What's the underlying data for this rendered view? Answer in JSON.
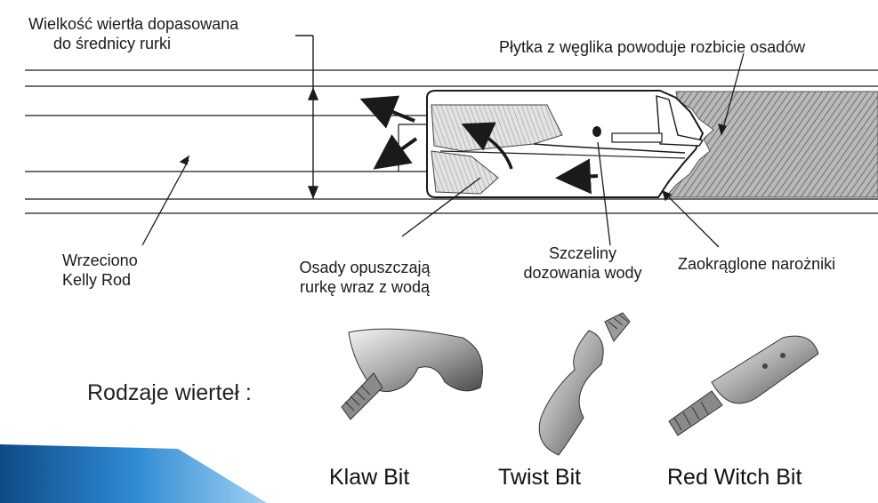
{
  "labels": {
    "drill_size": [
      "Wielkość wiertła dopasowana",
      "do średnicy rurki"
    ],
    "carbide_plate": "Płytka z węglika powoduje rozbicie osadów",
    "spindle": [
      "Wrzeciono",
      "Kelly Rod"
    ],
    "sediments": [
      "Osady opuszczają",
      "rurkę wraz z wodą"
    ],
    "slots": [
      "Szczeliny",
      "dozowania wody"
    ],
    "rounded_corners": "Zaokrąglone narożniki"
  },
  "bits": {
    "heading": "Rodzaje wierteł :",
    "items": [
      {
        "name": "Klaw Bit",
        "icon": "claw-bit-photo"
      },
      {
        "name": "Twist Bit",
        "icon": "twist-bit-photo"
      },
      {
        "name": "Red Witch Bit",
        "icon": "red-witch-bit-photo"
      }
    ]
  },
  "colors": {
    "line": "#1a1a1a",
    "sediment_fill": "#8c8c8c",
    "slide_accent": "#1f6fb2"
  }
}
